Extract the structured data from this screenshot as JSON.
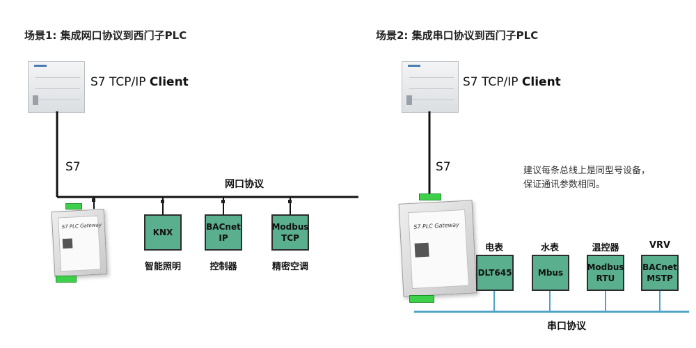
{
  "scene1": {
    "title": "场景1: 集成网口协议到西门子PLC",
    "plc_label_normal": "S7 TCP/IP ",
    "plc_label_bold": "Client",
    "link_label": "S7",
    "bus_label": "网口协议",
    "gateway_title": "S7 PLC Gateway",
    "devices": [
      {
        "box": [
          "KNX"
        ],
        "name": "智能照明"
      },
      {
        "box": [
          "BACnet",
          "IP"
        ],
        "name": "控制器"
      },
      {
        "box": [
          "Modbus",
          "TCP"
        ],
        "name": "精密空调"
      }
    ]
  },
  "scene2": {
    "title": "场景2: 集成串口协议到西门子PLC",
    "plc_label_normal": "S7 TCP/IP ",
    "plc_label_bold": "Client",
    "link_label": "S7",
    "note_lines": [
      "建议每条总线上是同型号设备，",
      "保证通讯参数相同。"
    ],
    "bus_label": "串口协议",
    "gateway_title": "S7 PLC Gateway",
    "devices": [
      {
        "category": "电表",
        "box": [
          "DLT645"
        ]
      },
      {
        "category": "水表",
        "box": [
          "Mbus"
        ]
      },
      {
        "category": "温控器",
        "box": [
          "Modbus",
          "RTU"
        ]
      },
      {
        "category": "VRV",
        "box": [
          "BACnet",
          "MSTP"
        ]
      }
    ]
  },
  "colors": {
    "device_fill": "#5aaf8e",
    "device_border": "#2c2c2c",
    "serial_bus": "#4fa3c7",
    "ethernet_bus": "#111111",
    "terminal_green": "#3ecf4b"
  }
}
